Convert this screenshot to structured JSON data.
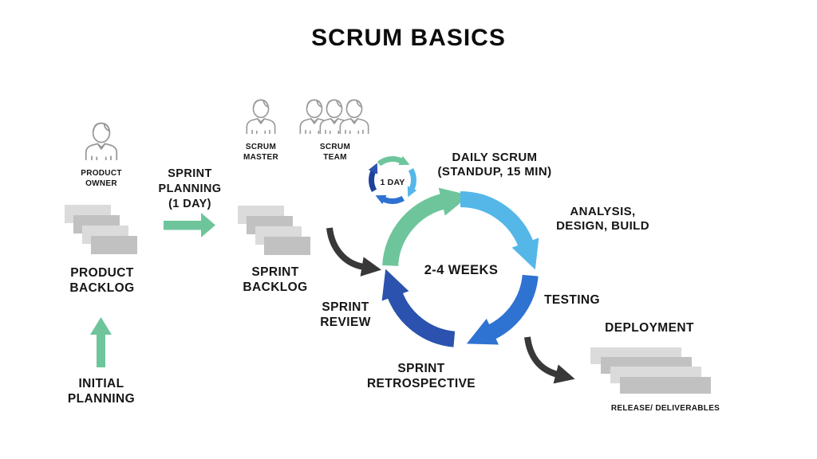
{
  "title": "SCRUM BASICS",
  "roles": {
    "product_owner": "PRODUCT\nOWNER",
    "scrum_master": "SCRUM\nMASTER",
    "scrum_team": "SCRUM\nTEAM"
  },
  "artifacts": {
    "product_backlog": "PRODUCT\nBACKLOG",
    "sprint_backlog": "SPRINT\nBACKLOG",
    "release_deliverables": "RELEASE/ DELIVERABLES"
  },
  "events": {
    "initial_planning": "INITIAL\nPLANNING",
    "sprint_planning": "SPRINT\nPLANNING\n(1 DAY)",
    "daily_scrum": "DAILY SCRUM\n(STANDUP, 15 MIN)",
    "sprint_review": "SPRINT\nREVIEW",
    "sprint_retrospective": "SPRINT\nRETROSPECTIVE"
  },
  "cycle": {
    "sprint_duration": "2-4 WEEKS",
    "daily_duration": "1 DAY",
    "stage_analysis": "ANALYSIS,\nDESIGN, BUILD",
    "stage_testing": "TESTING",
    "stage_deployment": "DEPLOYMENT"
  },
  "colors": {
    "green": "#6EC59C",
    "light_blue": "#55B7E8",
    "mid_blue": "#2E72D2",
    "dark_blue": "#2A52AE",
    "black_arrow": "#383838",
    "card_light": "#DBDBDB",
    "card_dark": "#C1C1C1",
    "icon_gray": "#999999",
    "text": "#151515"
  }
}
